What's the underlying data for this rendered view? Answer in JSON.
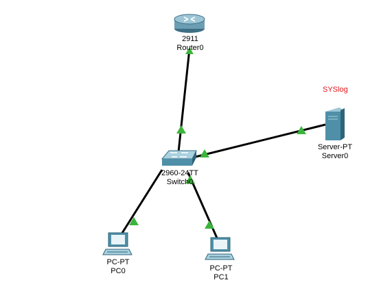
{
  "devices": {
    "router0": {
      "model": "2911",
      "name": "Router0",
      "icon": "router-icon"
    },
    "switch0": {
      "model": "2960-24TT",
      "name": "Switch0",
      "icon": "switch-icon"
    },
    "server0": {
      "model": "Server-PT",
      "name": "Server0",
      "icon": "server-icon"
    },
    "pc0": {
      "model": "PC-PT",
      "name": "PC0",
      "icon": "pc-icon"
    },
    "pc1": {
      "model": "PC-PT",
      "name": "PC1",
      "icon": "pc-icon"
    }
  },
  "note": {
    "text": "SYSlog",
    "color": "#e8141e"
  },
  "colors": {
    "link": "#000000",
    "link_up_indicator": "#3cb43c",
    "router_body": "#6b9eb3",
    "switch_body": "#4f8fa8",
    "server_body": "#4f8fa8"
  }
}
